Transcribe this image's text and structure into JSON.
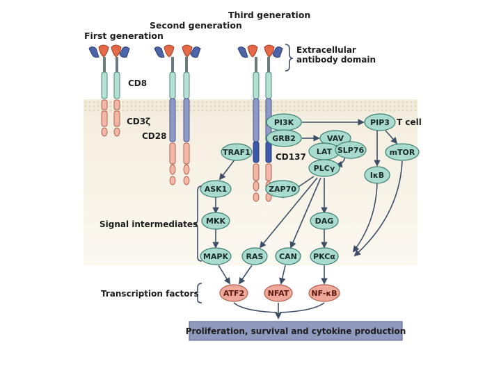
{
  "generations": {
    "first": "First generation",
    "second": "Second generation",
    "third": "Third generation"
  },
  "labels": {
    "extracellular_line1": "Extracellular",
    "extracellular_line2": "antibody domain",
    "cd8": "CD8",
    "cd3z": "CD3ζ",
    "cd28": "CD28",
    "cd137": "CD137",
    "t_cell": "T cell",
    "signal_intermediates": "Signal intermediates",
    "transcription_factors": "Transcription factors"
  },
  "nodes": {
    "pi3k": "PI3K",
    "grb2": "GRB2",
    "vav": "VAV",
    "lat": "LAT",
    "slp76": "SLP76",
    "plcg": "PLCγ",
    "pip3": "PIP3",
    "mtor": "mTOR",
    "ikb": "IκB",
    "traf1": "TRAF1",
    "ask1": "ASK1",
    "zap70": "ZAP70",
    "mkk": "MKK",
    "dag": "DAG",
    "mapk": "MAPK",
    "ras": "RAS",
    "can": "CAN",
    "pkca": "PKCα",
    "atf2": "ATF2",
    "nfat": "NFAT",
    "nfkb": "NF-κB"
  },
  "outcome": "Proliferation, survival and cytokine production",
  "colors": {
    "node_fill": "#a9dccf",
    "factor_fill": "#f0a89a",
    "outcome_fill": "#8f98bd",
    "membrane": "#efe8d5"
  }
}
